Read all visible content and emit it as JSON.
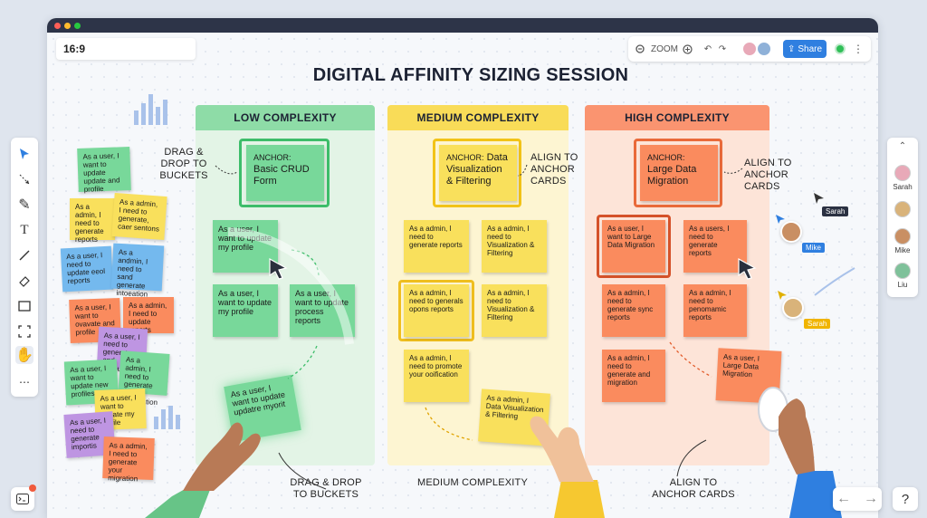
{
  "toolbar_top": {
    "ratio": "16:9",
    "zoom_label": "ZOOM",
    "share_label": "Share",
    "icons": [
      "zoom-out-icon",
      "zoom-in-icon",
      "undo-icon",
      "redo-icon",
      "upload-icon",
      "more-icon"
    ]
  },
  "board": {
    "title": "DIGITAL AFFINITY SIZING SESSION"
  },
  "columns": {
    "low": {
      "title": "LOW COMPLEXITY",
      "color": "#7ed99b",
      "anchor_label": "ANCHOR:",
      "anchor_text": "Basic CRUD Form",
      "notes": [
        "As a user, I want to update my profile",
        "As a user, I want to update my profile",
        "As a user, I want to update process reports"
      ],
      "dragged_note": "As a user, I want to update updatre myorit"
    },
    "medium": {
      "title": "MEDIUM COMPLEXITY",
      "color": "#f8d848",
      "anchor_label": "ANCHOR:",
      "anchor_text": "Data Visualization & Filtering",
      "notes": [
        "As a admin, I need to generate reports",
        "As a admin, I need to Visualization & Filtering",
        "As a admin, I need to generals opons reports",
        "As a admin, I need to Visualization & Filtering",
        "As a admin, I need to promote your ooification"
      ],
      "dragged_note": "As a admin, I Data Visualization & Filtering"
    },
    "high": {
      "title": "HIGH COMPLEXITY",
      "color": "#fa8a5c",
      "anchor_label": "ANCHOR:",
      "anchor_text": "Large Data Migration",
      "notes": [
        "As a user, I want to Large Data Migration",
        "As a users, I need to generate reports",
        "As a admin, I need to generate sync reports",
        "As a admin, I need to penomamic reports",
        "As a admin, I need to generate and migration"
      ],
      "dragged_note": "As a user, I Large Data Migration"
    }
  },
  "backlog_notes": [
    {
      "text": "As a user, I want to update update and profile",
      "color": "g"
    },
    {
      "text": "As a admin, I need to generate reports",
      "color": "y"
    },
    {
      "text": "As a admin, I need to generate, caer sentons",
      "color": "y"
    },
    {
      "text": "As a user, I need to update eeol reports",
      "color": "b"
    },
    {
      "text": "As a andmin, I need to sand generate intoeation",
      "color": "b"
    },
    {
      "text": "As a user, I want to ovavate and profile",
      "color": "o"
    },
    {
      "text": "As a admin, I need to update reports",
      "color": "o"
    },
    {
      "text": "As a user, I need to generate and account",
      "color": "p"
    },
    {
      "text": "As a user, I want to update new profiles",
      "color": "g"
    },
    {
      "text": "As a admin, I need to generate your application",
      "color": "g"
    },
    {
      "text": "As a user, I want to update my profile",
      "color": "y"
    },
    {
      "text": "As a user, I need to generate importis",
      "color": "p"
    },
    {
      "text": "As a admin, I need to generate your migration",
      "color": "o"
    }
  ],
  "instructions": {
    "drag_top": "DRAG & DROP TO BUCKETS",
    "align_medium": "ALIGN TO ANCHOR CARDS",
    "align_high": "ALIGN TO ANCHOR CARDS",
    "drag_bottom": "DRAG & DROP TO BUCKETS",
    "medium_bottom": "MEDIUM COMPLEXITY",
    "align_bottom": "ALIGN TO ANCHOR CARDS"
  },
  "cursors": {
    "sarah_tag": "Sarah",
    "mike_tag": "Mike",
    "sarah2_tag": "Sarah"
  },
  "participants": [
    {
      "name": "Sarah",
      "color": "#e8a9b8"
    },
    {
      "name": "",
      "color": "#d9b37a"
    },
    {
      "name": "Mike",
      "color": "#c98f63"
    },
    {
      "name": "Liu",
      "color": "#7fc19a"
    }
  ],
  "side_tools": [
    "select-icon",
    "connector-icon",
    "pen-icon",
    "text-icon",
    "line-icon",
    "eraser-icon",
    "rectangle-icon",
    "frame-icon",
    "hand-icon",
    "more-icon"
  ],
  "bottom": {
    "terminal_icon": "terminal-icon",
    "help_label": "?"
  }
}
